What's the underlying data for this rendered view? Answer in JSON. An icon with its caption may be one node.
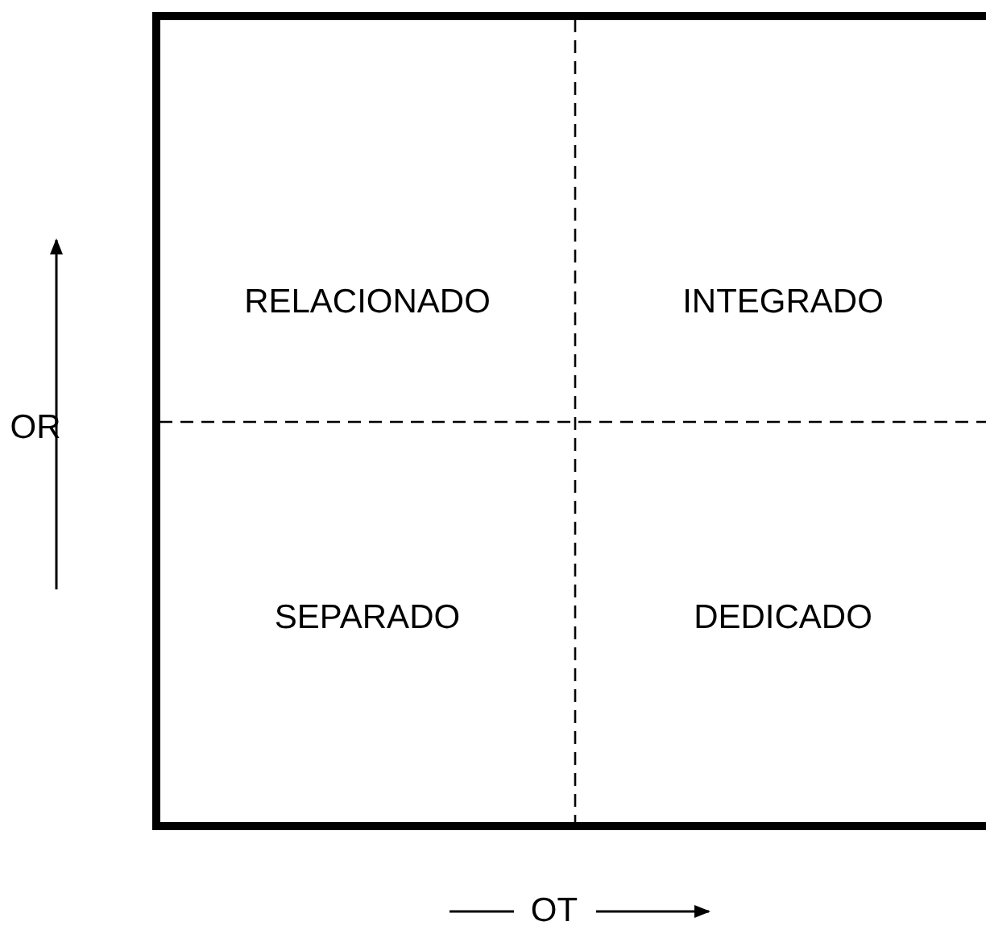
{
  "diagram": {
    "labels": [
      "RELACIONADO",
      "INTEGRADO",
      "OR",
      "SEPARADO",
      "DEDICADO",
      "OT"
    ]
  }
}
